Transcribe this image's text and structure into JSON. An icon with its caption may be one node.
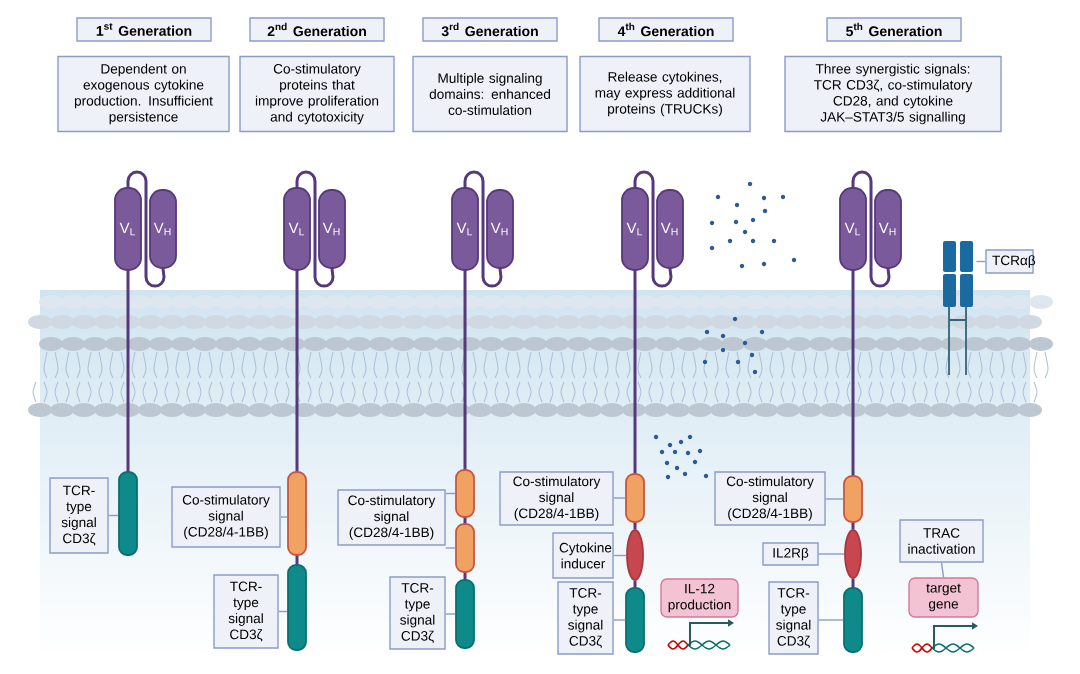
{
  "diagram": {
    "nodes": [
      {
        "text": [
          "1$^{st}$ Generation"
        ]
      },
      {
        "text": [
          "2$^{nd}$ Generation"
        ]
      },
      {
        "text": [
          "3$^{rd}$ Generation"
        ]
      },
      {
        "text": [
          "4$^{th}$ Generation"
        ]
      },
      {
        "text": [
          "5$^{th}$ Generation"
        ]
      },
      {
        "text": [
          "Dependent on exogenous cytokine production. Insufficient persistence"
        ]
      },
      {
        "text": [
          "Co-stimulatory proteins that improve proliferation and cytotoxicity"
        ]
      },
      {
        "text": [
          "Multiple signaling domains: enhanced co-stimulation"
        ]
      },
      {
        "text": [
          "Release cytokines, may express additional proteins (TRUCKs)"
        ]
      },
      {
        "text": [
          "Three synergistic signals: TCR CD3ζ, co-stimulatory CD28, and cytokine JAK–STAT3/5 signalling"
        ]
      },
      {
        "text": [
          "V$_{L}$"
        ]
      },
      {
        "text": [
          "V$_{H}$"
        ]
      },
      {
        "text": [
          "V$_{L}$"
        ]
      },
      {
        "text": [
          "V$_{H}$"
        ]
      },
      {
        "text": [
          "V$_{L}$"
        ]
      },
      {
        "text": [
          "V$_{H}$"
        ]
      },
      {
        "text": [
          "V$_{L}$"
        ]
      },
      {
        "text": [
          "V$_{H}$"
        ]
      },
      {
        "text": [
          "V$_{L}$"
        ]
      },
      {
        "text": [
          "V$_{H}$"
        ]
      },
      {
        "text": [
          "TCR-type signal CD3ζ"
        ]
      },
      {
        "text": [],
        "shape": "bar"
      },
      {
        "text": [
          "Co-stimulatory signal (CD28/4-1BB)"
        ]
      },
      {
        "text": [],
        "shape": "bar"
      },
      {
        "text": [
          "TCR-type signal CD3ζ"
        ]
      },
      {
        "text": [],
        "shape": "bar"
      },
      {
        "text": [
          "Co-stimulatory signal (CD28/4-1BB)"
        ]
      },
      {
        "text": [],
        "shape": "bar"
      },
      {
        "text": [],
        "shape": "bar"
      },
      {
        "text": [
          "TCR-type signal CD3ζ"
        ]
      },
      {
        "text": [],
        "shape": "bar"
      },
      {
        "text": [
          "Co-stimulatory signal (CD28/4-1BB)"
        ]
      },
      {
        "text": [],
        "shape": "bar"
      },
      {
        "text": [
          "Cytokine inducer"
        ]
      },
      {
        "text": [],
        "shape": "ellipse"
      },
      {
        "text": [
          "TCR-type signal CD3ζ"
        ]
      },
      {
        "text": [],
        "shape": "bar"
      },
      {
        "text": [
          "IL-12 production"
        ]
      },
      {
        "text": [
          "Co-stimulatory signal (CD28/4-1BB)"
        ]
      },
      {
        "text": [],
        "shape": "bar"
      },
      {
        "text": [
          "IL2Rβ"
        ]
      },
      {
        "text": [],
        "shape": "ellipse"
      },
      {
        "text": [
          "TCR-type signal CD3ζ"
        ]
      },
      {
        "text": [],
        "shape": "bar"
      },
      {
        "text": [
          "TRAC inactivation"
        ]
      },
      {
        "text": [
          "target gene"
        ]
      },
      {
        "text": [
          "TCRαβ"
        ]
      },
      {
        "text": [],
        "shape": "picture"
      }
    ],
    "edges": [
      {
        "from": 20,
        "to": 21,
        "arrow": "none",
        "color": "#8c9cc8"
      },
      {
        "from": 22,
        "to": 23,
        "arrow": "none",
        "color": "#8c9cc8"
      },
      {
        "from": 24,
        "to": 25,
        "arrow": "none",
        "color": "#8c9cc8"
      },
      {
        "from": 26,
        "to": 27,
        "arrow": "none",
        "color": "#8c9cc8"
      },
      {
        "from": 26,
        "to": 28,
        "arrow": "none",
        "color": "#8c9cc8"
      },
      {
        "from": 29,
        "to": 30,
        "arrow": "none",
        "color": "#8c9cc8"
      },
      {
        "from": 31,
        "to": 32,
        "arrow": "none",
        "color": "#8c9cc8"
      },
      {
        "from": 33,
        "to": 34,
        "arrow": "none",
        "color": "#8c9cc8"
      },
      {
        "from": 35,
        "to": 36,
        "arrow": "none",
        "color": "#8c9cc8"
      },
      {
        "from": 38,
        "to": 39,
        "arrow": "none",
        "color": "#8c9cc8"
      },
      {
        "from": 40,
        "to": 41,
        "arrow": "none",
        "color": "#8c9cc8"
      },
      {
        "from": 42,
        "to": 43,
        "arrow": "none",
        "color": "#8c9cc8"
      },
      {
        "from": 44,
        "to": 45,
        "arrow": "none",
        "color": "#8c9cc8"
      },
      {
        "from": 46,
        "to": 47,
        "arrow": "none",
        "color": "#8c9cc8"
      },
      {
        "from": 10,
        "to": 11,
        "arrow": "none"
      },
      {
        "from": 12,
        "to": 13,
        "arrow": "none"
      },
      {
        "from": 14,
        "to": 15,
        "arrow": "none"
      },
      {
        "from": 16,
        "to": 17,
        "arrow": "none"
      },
      {
        "from": 18,
        "to": 19,
        "arrow": "none"
      },
      {
        "from": 10,
        "to": 21,
        "arrow": "none"
      },
      {
        "from": 12,
        "to": 23,
        "arrow": "none"
      },
      {
        "from": 23,
        "to": 25,
        "arrow": "none"
      },
      {
        "from": 14,
        "to": 27,
        "arrow": "none"
      },
      {
        "from": 27,
        "to": 28,
        "arrow": "none"
      },
      {
        "from": 28,
        "to": 30,
        "arrow": "none"
      },
      {
        "from": 16,
        "to": 32,
        "arrow": "none"
      },
      {
        "from": 32,
        "to": 34,
        "arrow": "none"
      },
      {
        "from": 34,
        "to": 36,
        "arrow": "none"
      },
      {
        "from": 18,
        "to": 39,
        "arrow": "none"
      },
      {
        "from": 39,
        "to": 41,
        "arrow": "none"
      },
      {
        "from": 41,
        "to": 43,
        "arrow": "none"
      }
    ]
  }
}
